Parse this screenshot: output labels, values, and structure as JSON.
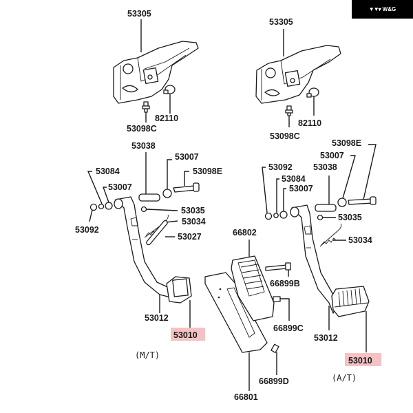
{
  "watermark": {
    "logo_icon": "▼▼▾",
    "text": "W&G"
  },
  "colors": {
    "highlight": "#f4c2c4",
    "ink": "#1a1a1a",
    "background": "#ffffff"
  },
  "manual_transmission": {
    "bracket": "53305",
    "stop_lamp_switch": "82110",
    "bracket_bolt": "53098C",
    "shaft": "53038",
    "bushing_right": "53007",
    "pivot_bolt": "53098E",
    "washer": "53084",
    "bushing_left": "53007",
    "nut": "53092",
    "stopper": "53035",
    "return_spring": "53034",
    "spring_cover": "53027",
    "pedal_arm": "53012",
    "pedal_pad": "53010",
    "variant_note": "(M/T)"
  },
  "automatic_transmission": {
    "bracket": "53305",
    "stop_lamp_switch": "82110",
    "bracket_bolt": "53098C",
    "pivot_bolt": "53098E",
    "bushing_right": "53007",
    "nut": "53092",
    "shaft": "53038",
    "washer": "53084",
    "bushing_left": "53007",
    "stopper": "53035",
    "return_spring": "53034",
    "pedal_arm": "53012",
    "pedal_pad": "53010",
    "variant_note": "(A/T)"
  },
  "accelerator": {
    "pedal": "66802",
    "bolt_b": "66899B",
    "bolt_c": "66899C",
    "bolt_d": "66899D",
    "base": "66801"
  }
}
